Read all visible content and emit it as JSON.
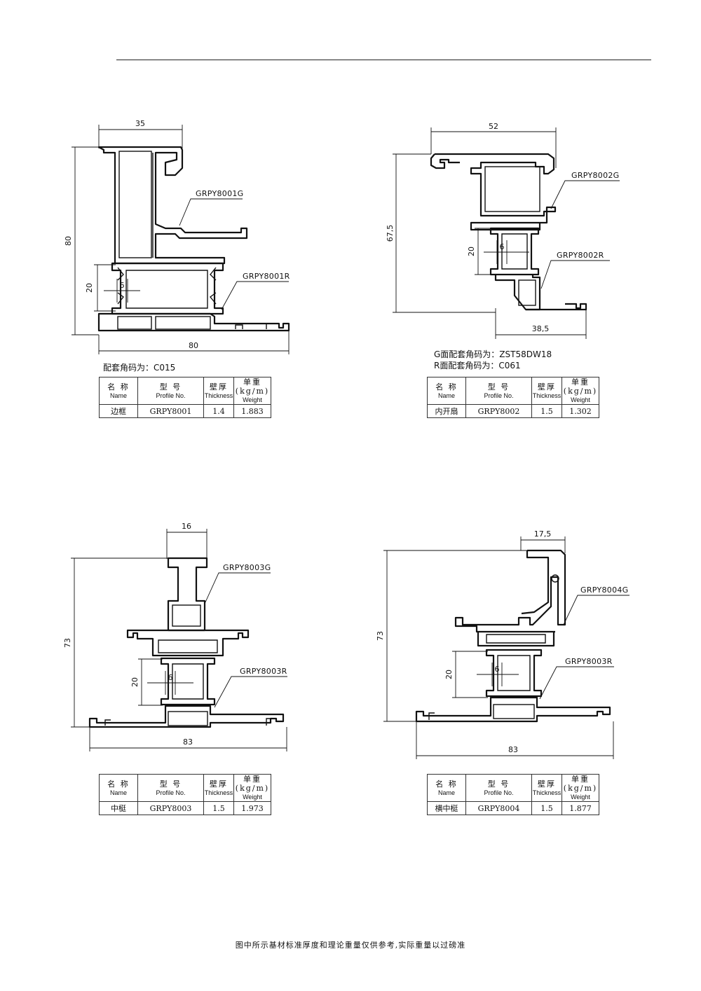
{
  "header": {
    "title": ""
  },
  "table_header": {
    "name_zh": "名 称",
    "name_en": "Name",
    "model_zh": "型 号",
    "model_en": "Profile No.",
    "thickness_zh": "壁厚",
    "thickness_en": "Thickness",
    "weight_zh": "单重(kg/m)",
    "weight_en": "Weight"
  },
  "profiles": [
    {
      "name": "边框",
      "model": "GRPY8001",
      "thickness": "1.4",
      "weight": "1.883",
      "label_g": "GRPY8001G",
      "label_r": "GRPY8001R",
      "dims": {
        "top": "35",
        "height": "80",
        "strip": "20",
        "gap": "6",
        "bottom": "80"
      },
      "corner_note": "配套角码为：C015"
    },
    {
      "name": "内开扇",
      "model": "GRPY8002",
      "thickness": "1.5",
      "weight": "1.302",
      "label_g": "GRPY8002G",
      "label_r": "GRPY8002R",
      "dims": {
        "top": "52",
        "height": "67,5",
        "strip": "20",
        "gap": "6",
        "bottom": "38,5"
      },
      "corner_note_g": "G面配套角码为：ZST58DW18",
      "corner_note_r": "R面配套角码为：C061"
    },
    {
      "name": "中梃",
      "model": "GRPY8003",
      "thickness": "1.5",
      "weight": "1.973",
      "label_g": "GRPY8003G",
      "label_r": "GRPY8003R",
      "dims": {
        "top": "16",
        "height": "73",
        "strip": "20",
        "gap": "6",
        "bottom": "83"
      }
    },
    {
      "name": "横中梃",
      "model": "GRPY8004",
      "thickness": "1.5",
      "weight": "1.877",
      "label_g": "GRPY8004G",
      "label_r": "GRPY8003R",
      "dims": {
        "top": "17,5",
        "height": "73",
        "strip": "20",
        "gap": "6",
        "bottom": "83"
      }
    }
  ],
  "footer": "图中所示基材标准厚度和理论重量仅供参考,实际重量以过磅准"
}
